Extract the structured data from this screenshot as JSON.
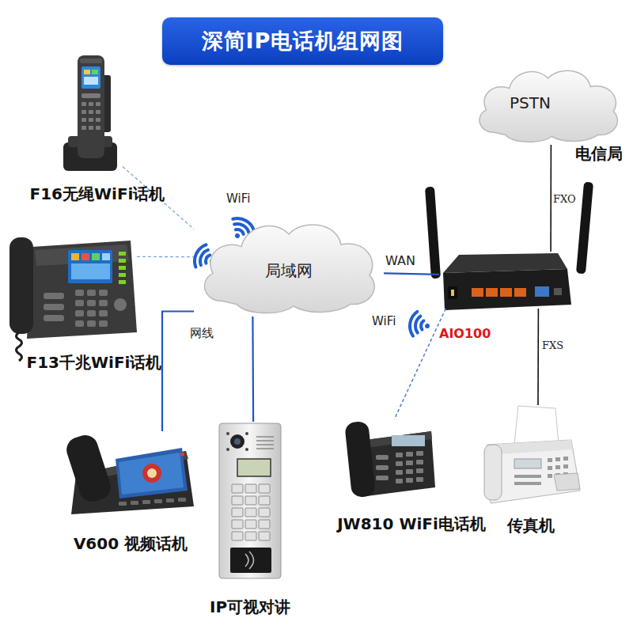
{
  "diagram": {
    "title": "深简IP电话机组网图",
    "nodes": [
      {
        "text": [
          "F16无绳WiFi话机"
        ]
      },
      {
        "text": [
          "PSTN",
          "电信局"
        ]
      },
      {
        "text": [
          "F13千兆WiFi话机"
        ]
      },
      {
        "text": [
          "局域网"
        ]
      },
      {
        "text": [
          "AIO100"
        ]
      },
      {
        "text": [
          "V600 视频话机"
        ]
      },
      {
        "text": [
          "IP可视对讲"
        ]
      },
      {
        "text": [
          "JW810 WiFi电话机"
        ]
      },
      {
        "text": [
          "传真机"
        ]
      }
    ],
    "edges": [
      {
        "from": 0,
        "to": 3,
        "arrow": "none",
        "label": "WiFi"
      },
      {
        "from": 2,
        "to": 3,
        "arrow": "none"
      },
      {
        "from": 5,
        "to": 3,
        "arrow": "none",
        "label": "网线"
      },
      {
        "from": 6,
        "to": 3,
        "arrow": "none"
      },
      {
        "from": 3,
        "to": 4,
        "arrow": "none",
        "label": "WAN"
      },
      {
        "from": 4,
        "to": 7,
        "arrow": "none",
        "label": "WiFi"
      },
      {
        "from": 1,
        "to": 4,
        "arrow": "none",
        "label": "FXO"
      },
      {
        "from": 4,
        "to": 8,
        "arrow": "none",
        "label": "FXS"
      }
    ]
  }
}
